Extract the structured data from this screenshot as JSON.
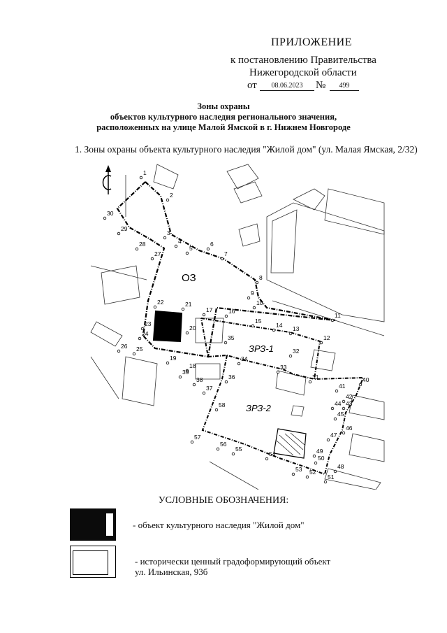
{
  "header": {
    "title": "ПРИЛОЖЕНИЕ",
    "line1": "к постановлению Правительства",
    "line2": "Нижегородской области",
    "from_label": "от",
    "date": "08.06.2023",
    "number_sign": "№",
    "number": "499"
  },
  "heading": {
    "line1": "Зоны охраны",
    "line2": "объектов культурного наследия регионального значения,",
    "line3": "расположенных на улице Малой Ямской в г. Нижнем Новгороде"
  },
  "section_title": "1. Зоны охраны объекта культурного наследия \"Жилой дом\" (ул. Малая Ямская, 2/32)",
  "map": {
    "zones": [
      "ОЗ",
      "ЗРЗ-1",
      "ЗРЗ-2"
    ],
    "point_labels": [
      "1",
      "2",
      "3",
      "4",
      "5",
      "6",
      "7",
      "8",
      "9",
      "10",
      "11",
      "12",
      "13",
      "14",
      "15",
      "16",
      "17",
      "18",
      "19",
      "20",
      "21",
      "22",
      "23",
      "24",
      "25",
      "26",
      "27",
      "28",
      "29",
      "30",
      "31",
      "32",
      "33",
      "34",
      "35",
      "36",
      "37",
      "38",
      "39",
      "40",
      "41",
      "42",
      "43",
      "44",
      "45",
      "46",
      "47",
      "48",
      "49",
      "50",
      "51",
      "52",
      "53",
      "54",
      "55",
      "56",
      "57",
      "58"
    ]
  },
  "legend": {
    "title": "УСЛОВНЫЕ ОБОЗНАЧЕНИЯ:",
    "item1": "- объект культурного наследия \"Жилой дом\"",
    "item2_line1": "- исторически ценный градоформирующий объект",
    "item2_line2": "ул. Ильинская, 93б"
  }
}
